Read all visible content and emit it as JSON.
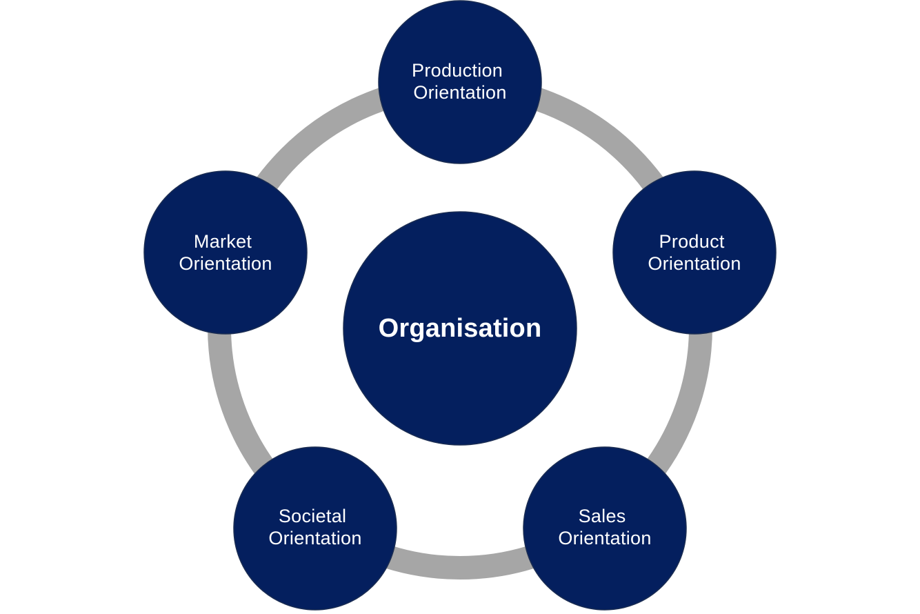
{
  "diagram": {
    "center": {
      "label": "Organisation"
    },
    "nodes": [
      {
        "id": "production",
        "line1": "Production",
        "line2": "Orientation"
      },
      {
        "id": "product",
        "line1": "Product",
        "line2": "Orientation"
      },
      {
        "id": "sales",
        "line1": "Sales",
        "line2": "Orientation"
      },
      {
        "id": "societal",
        "line1": "Societal",
        "line2": "Orientation"
      },
      {
        "id": "market",
        "line1": "Market",
        "line2": "Orientation"
      }
    ]
  },
  "colors": {
    "node_fill": "#041f5e",
    "ring": "#a6a6a6",
    "text": "#ffffff",
    "background": "#ffffff"
  }
}
